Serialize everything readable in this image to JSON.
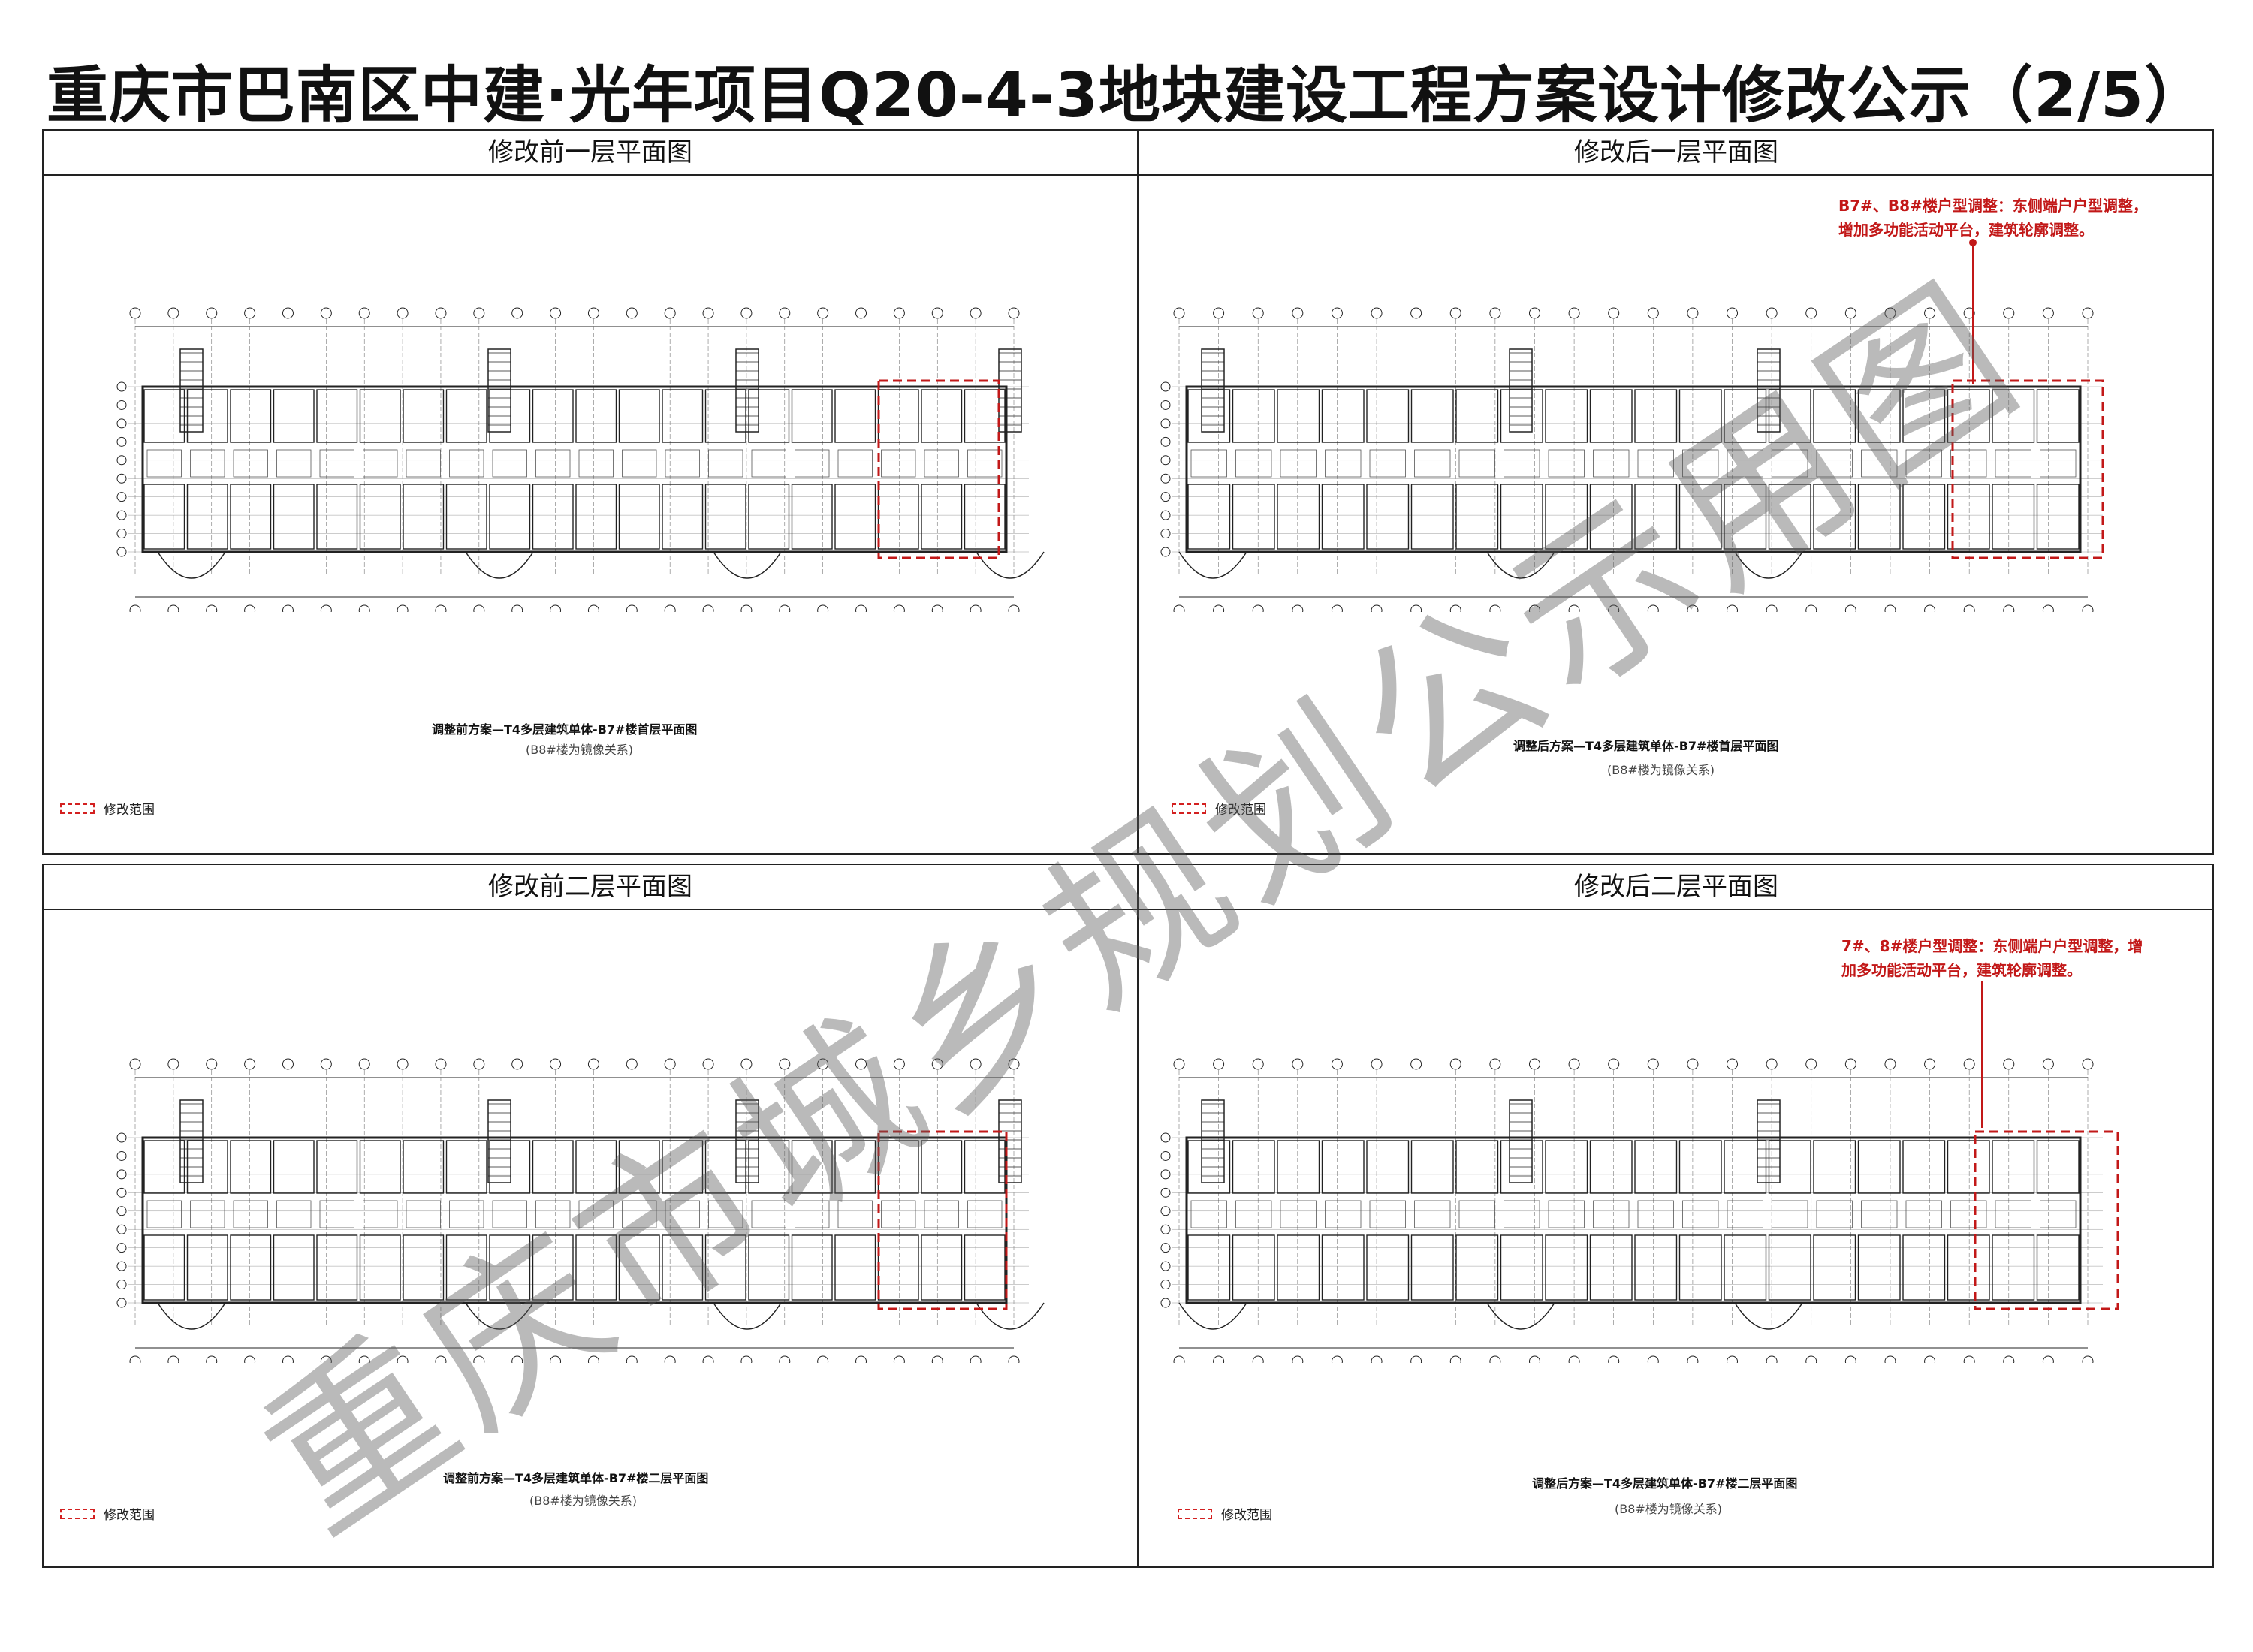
{
  "title": "重庆市巴南区中建·光年项目Q20-4-3地块建设工程方案设计修改公示（2/5）",
  "panels": {
    "top_left_header": "修改前一层平面图",
    "top_right_header": "修改后一层平面图",
    "bottom_left_header": "修改前二层平面图",
    "bottom_right_header": "修改后二层平面图"
  },
  "drawings": {
    "tl_title": "调整前方案—T4多层建筑单体-B7#楼首层平面图",
    "tl_sub": "(B8#楼为镜像关系)",
    "tr_title": "调整后方案—T4多层建筑单体-B7#楼首层平面图",
    "tr_sub": "(B8#楼为镜像关系)",
    "bl_title": "调整前方案—T4多层建筑单体-B7#楼二层平面图",
    "bl_sub": "(B8#楼为镜像关系)",
    "br_title": "调整后方案—T4多层建筑单体-B7#楼二层平面图",
    "br_sub": "(B8#楼为镜像关系)"
  },
  "legend_label": "修改范围",
  "notes": {
    "top_line1": "B7#、B8#楼户型调整：东侧端户户型调整，",
    "top_line2": "增加多功能活动平台，建筑轮廓调整。",
    "bottom_line1": "7#、8#楼户型调整：东侧端户户型调整，增",
    "bottom_line2": "加多功能活动平台，建筑轮廓调整。"
  },
  "watermark": "重庆市城乡规划公示用图",
  "colors": {
    "highlight": "#c21818",
    "line": "#222222"
  }
}
